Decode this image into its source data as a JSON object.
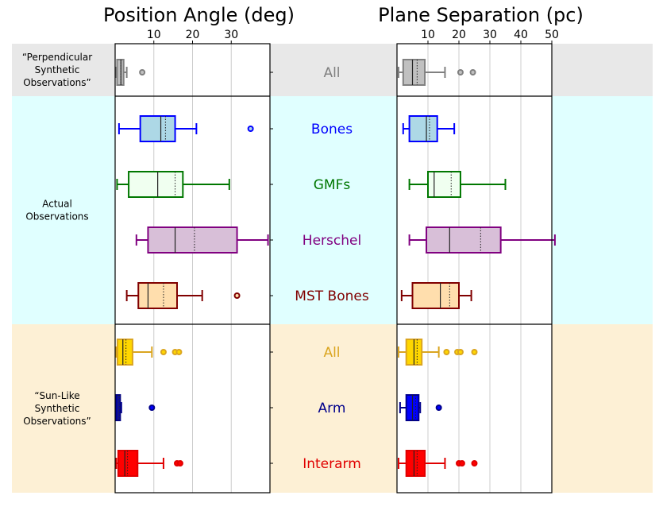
{
  "chart_data": {
    "type": "boxplot",
    "panels": [
      {
        "title": "Position Angle (deg)",
        "xlim": [
          0,
          40
        ],
        "xticks": [
          10,
          20,
          30
        ],
        "tick_labels": [
          "10",
          "20",
          "30"
        ],
        "grid": true,
        "boxes": [
          {
            "row": 0,
            "min": 0.3,
            "q1": 0.5,
            "median": 1.5,
            "mean": 1.5,
            "q3": 2.2,
            "max": 3.0,
            "outliers": [
              7.0
            ]
          },
          {
            "row": 1,
            "min": 1.0,
            "q1": 6.5,
            "median": 11.8,
            "mean": 13.0,
            "q3": 15.5,
            "max": 21.0,
            "outliers": [
              35.0
            ]
          },
          {
            "row": 2,
            "min": 0.5,
            "q1": 3.5,
            "median": 11.0,
            "mean": 15.5,
            "q3": 17.5,
            "max": 29.5,
            "outliers": []
          },
          {
            "row": 3,
            "min": 5.5,
            "q1": 8.5,
            "median": 15.5,
            "mean": 20.5,
            "q3": 31.5,
            "max": 39.5,
            "outliers": []
          },
          {
            "row": 4,
            "min": 3.0,
            "q1": 6.0,
            "median": 8.5,
            "mean": 12.5,
            "q3": 16.0,
            "max": 22.5,
            "outliers": [
              31.5
            ]
          },
          {
            "row": 5,
            "min": 0.3,
            "q1": 0.6,
            "median": 2.0,
            "mean": 2.8,
            "q3": 4.5,
            "max": 9.5,
            "outliers": [
              12.5,
              15.5,
              16.5
            ]
          },
          {
            "row": 6,
            "min": 0.2,
            "q1": 0.3,
            "median": 0.8,
            "mean": 1.2,
            "q3": 1.3,
            "max": 1.6,
            "outliers": [
              9.5
            ]
          },
          {
            "row": 7,
            "min": 0.3,
            "q1": 0.8,
            "median": 2.5,
            "mean": 3.2,
            "q3": 5.8,
            "max": 12.5,
            "outliers": [
              16.0,
              16.8
            ]
          }
        ]
      },
      {
        "title": "Plane Separation (pc)",
        "xlim": [
          0,
          50
        ],
        "xticks": [
          10,
          20,
          30,
          40,
          50
        ],
        "tick_labels": [
          "10",
          "20",
          "30",
          "40",
          "50"
        ],
        "grid": true,
        "boxes": [
          {
            "row": 0,
            "min": 0.5,
            "q1": 2.0,
            "median": 5.0,
            "mean": 6.5,
            "q3": 9.0,
            "max": 15.5,
            "outliers": [
              20.5,
              24.5
            ]
          },
          {
            "row": 1,
            "min": 2.0,
            "q1": 4.0,
            "median": 9.5,
            "mean": 10.5,
            "q3": 13.0,
            "max": 18.5,
            "outliers": []
          },
          {
            "row": 2,
            "min": 4.0,
            "q1": 10.0,
            "median": 12.0,
            "mean": 17.5,
            "q3": 20.5,
            "max": 35.0,
            "outliers": []
          },
          {
            "row": 3,
            "min": 4.0,
            "q1": 9.5,
            "median": 17.0,
            "mean": 27.0,
            "q3": 33.5,
            "max": 51.0,
            "outliers": []
          },
          {
            "row": 4,
            "min": 1.5,
            "q1": 5.0,
            "median": 14.0,
            "mean": 17.0,
            "q3": 20.0,
            "max": 24.0,
            "outliers": []
          },
          {
            "row": 5,
            "min": 0.5,
            "q1": 3.0,
            "median": 5.5,
            "mean": 6.5,
            "q3": 8.0,
            "max": 13.5,
            "outliers": [
              16.0,
              19.5,
              20.5,
              25.0
            ]
          },
          {
            "row": 6,
            "min": 1.0,
            "q1": 3.0,
            "median": 5.0,
            "mean": 6.0,
            "q3": 7.0,
            "max": 7.5,
            "outliers": [
              13.5
            ]
          },
          {
            "row": 7,
            "min": 0.5,
            "q1": 3.0,
            "median": 5.5,
            "mean": 6.5,
            "q3": 9.0,
            "max": 15.5,
            "outliers": [
              20.0,
              21.0,
              25.0
            ]
          }
        ]
      }
    ],
    "rows": [
      {
        "label": "All",
        "color": "#808080",
        "fill": "#c0c0c0"
      },
      {
        "label": "Bones",
        "color": "#0000ff",
        "fill": "#add8e6"
      },
      {
        "label": "GMFs",
        "color": "#007700",
        "fill": "#f0fff0"
      },
      {
        "label": "Herschel",
        "color": "#800080",
        "fill": "#d8bfd8"
      },
      {
        "label": "MST Bones",
        "color": "#800000",
        "fill": "#ffdead"
      },
      {
        "label": "All",
        "color": "#daa520",
        "fill": "#ffd700"
      },
      {
        "label": "Arm",
        "color": "#00008b",
        "fill": "#0000ff"
      },
      {
        "label": "Interarm",
        "color": "#e00000",
        "fill": "#ff0000"
      }
    ],
    "groups": [
      {
        "label": [
          "“Perpendicular",
          "Synthetic",
          "Observations”"
        ],
        "rows": [
          0,
          0
        ],
        "bg": "#e8e8e8"
      },
      {
        "label": [
          "Actual",
          "Observations"
        ],
        "rows": [
          1,
          4
        ],
        "bg": "#e0ffff"
      },
      {
        "label": [
          "“Sun-Like",
          "Synthetic",
          "Observations”"
        ],
        "rows": [
          5,
          7
        ],
        "bg": "#fdf0d5"
      }
    ]
  }
}
